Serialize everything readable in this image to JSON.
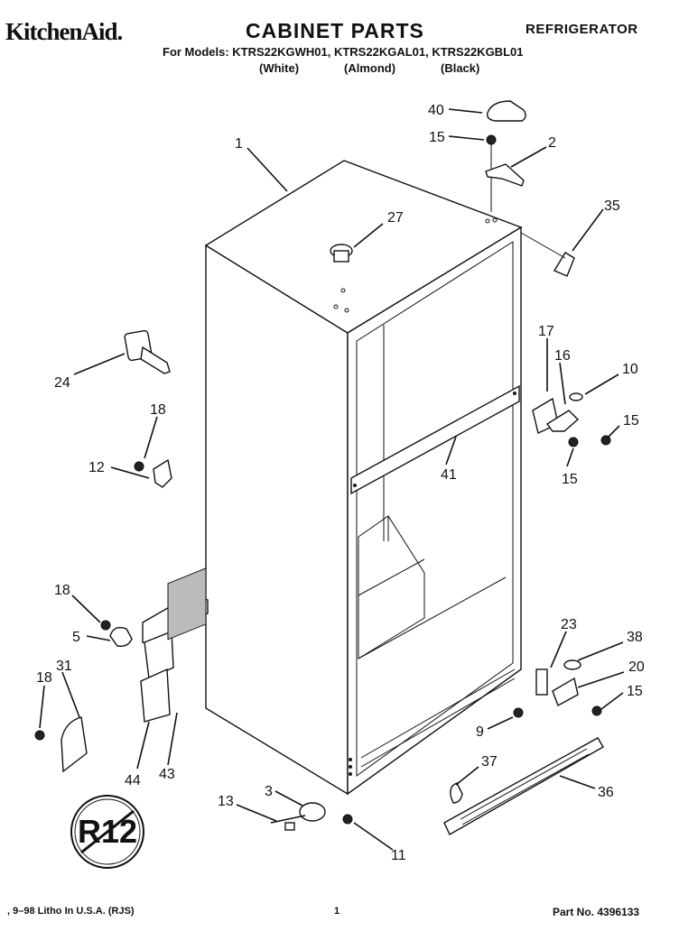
{
  "header": {
    "brand": "KitchenAid.",
    "title": "CABINET PARTS",
    "product": "REFRIGERATOR",
    "models_line": "For Models: KTRS22KGWH01, KTRS22KGAL01, KTRS22KGBL01",
    "colors": [
      "(White)",
      "(Almond)",
      "(Black)"
    ]
  },
  "callouts": {
    "c40": "40",
    "c15a": "15",
    "c2": "2",
    "c1": "1",
    "c27": "27",
    "c35": "35",
    "c24": "24",
    "c17": "17",
    "c16": "16",
    "c10": "10",
    "c18a": "18",
    "c15b": "15",
    "c12": "12",
    "c41": "41",
    "c15c": "15",
    "c18b": "18",
    "c5": "5",
    "c23": "23",
    "c38": "38",
    "c31": "31",
    "c18c": "18",
    "c20": "20",
    "c15d": "15",
    "c9": "9",
    "c37": "37",
    "c44": "44",
    "c43": "43",
    "c36": "36",
    "c3": "3",
    "c13": "13",
    "c11": "11"
  },
  "badge": {
    "text": "R12"
  },
  "footer": {
    "litho": ", 9–98 Litho In U.S.A. (RJS)",
    "page": "1",
    "part_no": "Part No. 4396133"
  }
}
